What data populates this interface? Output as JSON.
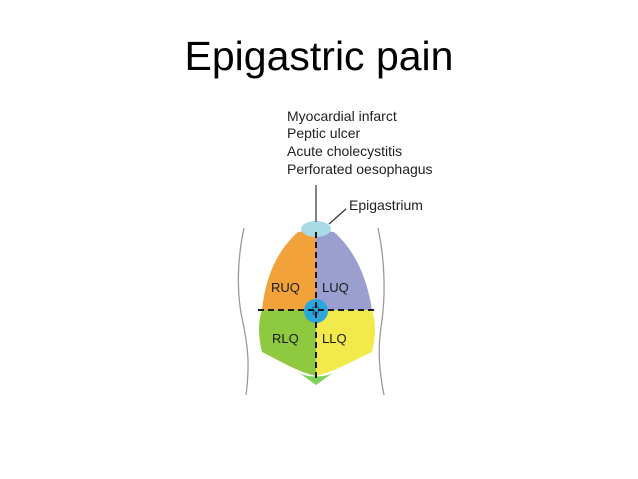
{
  "title": "Epigastric pain",
  "causes": [
    "Myocardial infarct",
    "Peptic ulcer",
    "Acute cholecystitis",
    "Perforated oesophagus"
  ],
  "region_label": "Epigastrium",
  "quadrants": {
    "ruq": "RUQ",
    "luq": "LUQ",
    "rlq": "RLQ",
    "llq": "LLQ"
  },
  "colors": {
    "ruq": "#f2a23a",
    "luq": "#9a9fd0",
    "rlq": "#8fc940",
    "llq": "#f2ea4a",
    "epigastrium": "#a9dbe6",
    "umbilical": "#2ba6dc",
    "pubic": "#7ed45a"
  }
}
